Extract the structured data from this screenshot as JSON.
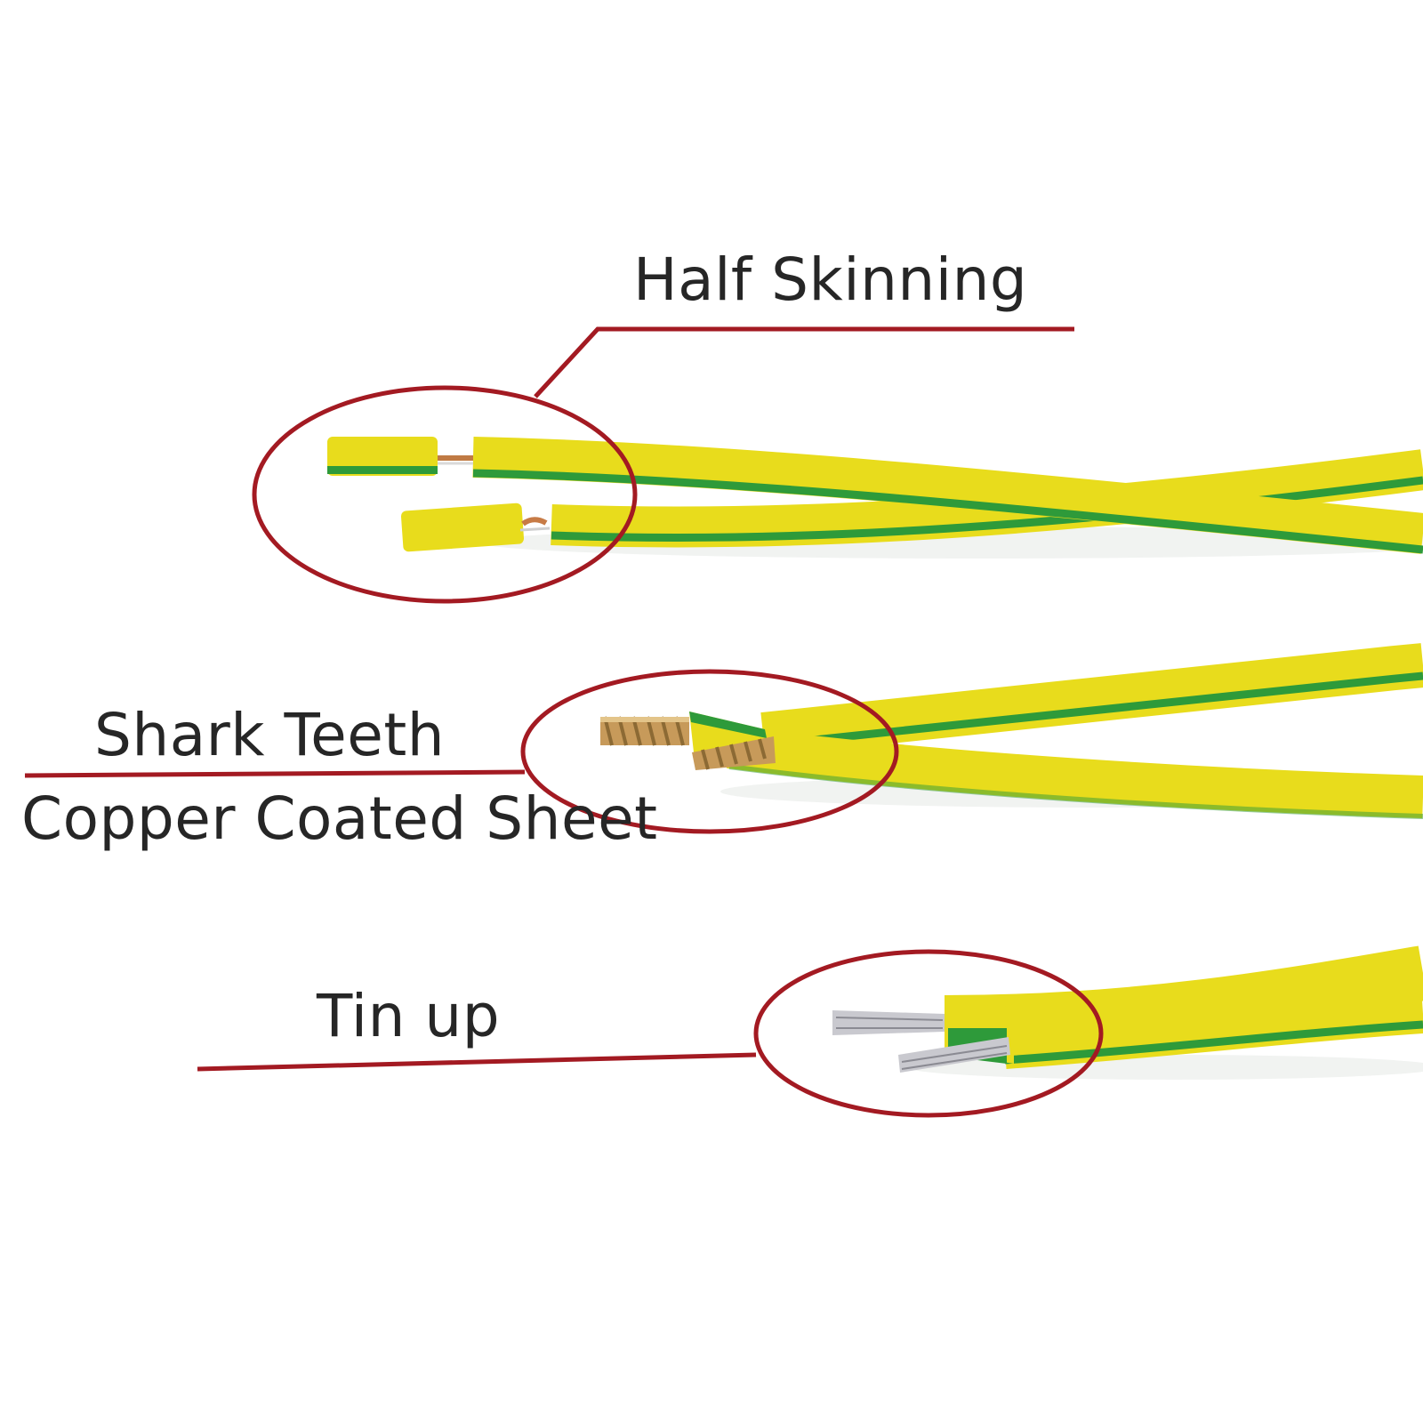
{
  "annotations": {
    "half_skinning": "Half Skinning",
    "shark_teeth": "Shark Teeth",
    "copper_coated_sheet": "Copper Coated Sheet",
    "tin_up": "Tin up"
  },
  "colors": {
    "background": "#ffffff",
    "insulation_yellow": "#e8dc1c",
    "insulation_green": "#2e9a3a",
    "callout_red": "#a31a22",
    "copper": "#c79a5a",
    "tinned": "#c9c9cf",
    "label_text": "#262626"
  }
}
